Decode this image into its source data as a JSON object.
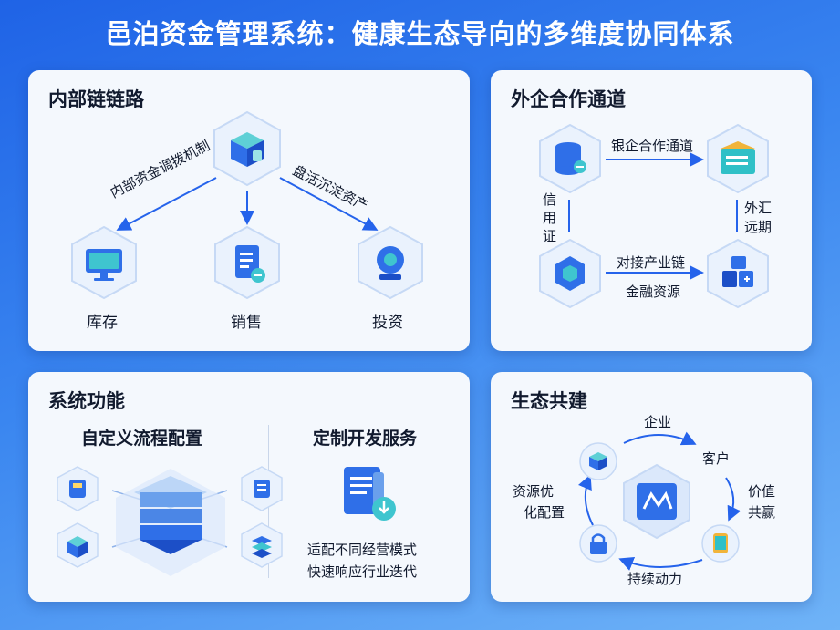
{
  "title": "邑泊资金管理系统：健康生态导向的多维度协同体系",
  "colors": {
    "brand": "#1f63e6",
    "accent": "#2f78f0",
    "teal": "#2ac4c9",
    "panel": "#f4f8fd"
  },
  "internal": {
    "title": "内部链链路",
    "arrow_left": "内部资金调拨机制",
    "arrow_right": "盘活沉淀资产",
    "nodes": [
      {
        "label": "库存",
        "icon": "monitor-icon"
      },
      {
        "label": "销售",
        "icon": "document-icon"
      },
      {
        "label": "投资",
        "icon": "camera-icon"
      }
    ],
    "top_icon": "cube-box-icon"
  },
  "external": {
    "title": "外企合作通道",
    "top_label": "银企合作通道",
    "left_label": "信用证",
    "right_label": "外汇远期",
    "bottom_label_1": "对接产业链",
    "bottom_label_2": "金融资源",
    "icons": [
      "database-icon",
      "stack-icon",
      "hexagon-icon",
      "blocks-icon"
    ]
  },
  "functions": {
    "title": "系统功能",
    "left_title": "自定义流程配置",
    "right_title": "定制开发服务",
    "right_desc_1": "适配不同经营模式",
    "right_desc_2": "快速响应行业迭代",
    "icons": [
      "server-stack-icon",
      "card-icon",
      "list-icon",
      "cube-icon",
      "layers-icon",
      "download-doc-icon"
    ]
  },
  "ecosystem": {
    "title": "生态共建",
    "top": "企业",
    "customer": "客户",
    "right_1": "价值",
    "right_2": "共赢",
    "bottom": "持续动力",
    "left_1": "资源优",
    "left_2": "化配置",
    "icons": [
      "center-logo-icon",
      "cube-icon",
      "lock-icon",
      "tablet-icon"
    ]
  }
}
